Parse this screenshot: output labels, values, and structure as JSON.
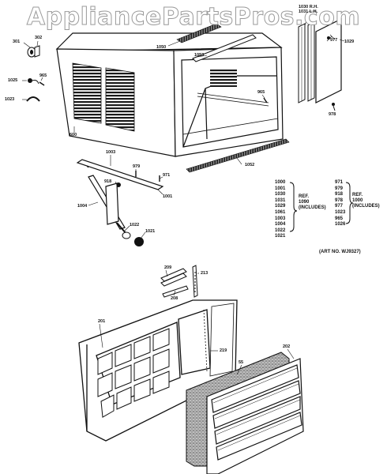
{
  "watermark": "AppliancePartsPros.com",
  "callouts": {
    "c1030": "1030 R.H.",
    "c1031": "1031 L.H.",
    "c977a": "977",
    "c1029": "1029",
    "c978": "978",
    "c301": "301",
    "c302": "302",
    "c1025": "1025",
    "c965a": "965",
    "c1023": "1023",
    "c1050": "1050",
    "c1053": "1053",
    "c965b": "965",
    "c600": "600",
    "c1003": "1003",
    "c1052": "1052",
    "c979": "979",
    "c918": "918",
    "c971": "971",
    "c1001": "1001",
    "c1004": "1004",
    "c1022": "1022",
    "c1021": "1021",
    "c209": "209",
    "c213": "213",
    "c208": "208",
    "c201": "201",
    "c219": "219",
    "c55": "55",
    "c202": "202"
  },
  "ref_left": {
    "items": [
      "1000",
      "1001",
      "1030",
      "1031",
      "1029",
      "1061",
      "1003",
      "1004",
      "1022",
      "1021"
    ],
    "ref": "REF.",
    "code": "1090",
    "includes": "(INCLUDES)"
  },
  "ref_right": {
    "items": [
      "971",
      "979",
      "918",
      "978",
      "977",
      "1023",
      "965",
      "1026"
    ],
    "ref": "REF.",
    "code": "1000",
    "includes": "(INCLUDES)"
  },
  "art_no": "(ART NO. WJ9327)"
}
